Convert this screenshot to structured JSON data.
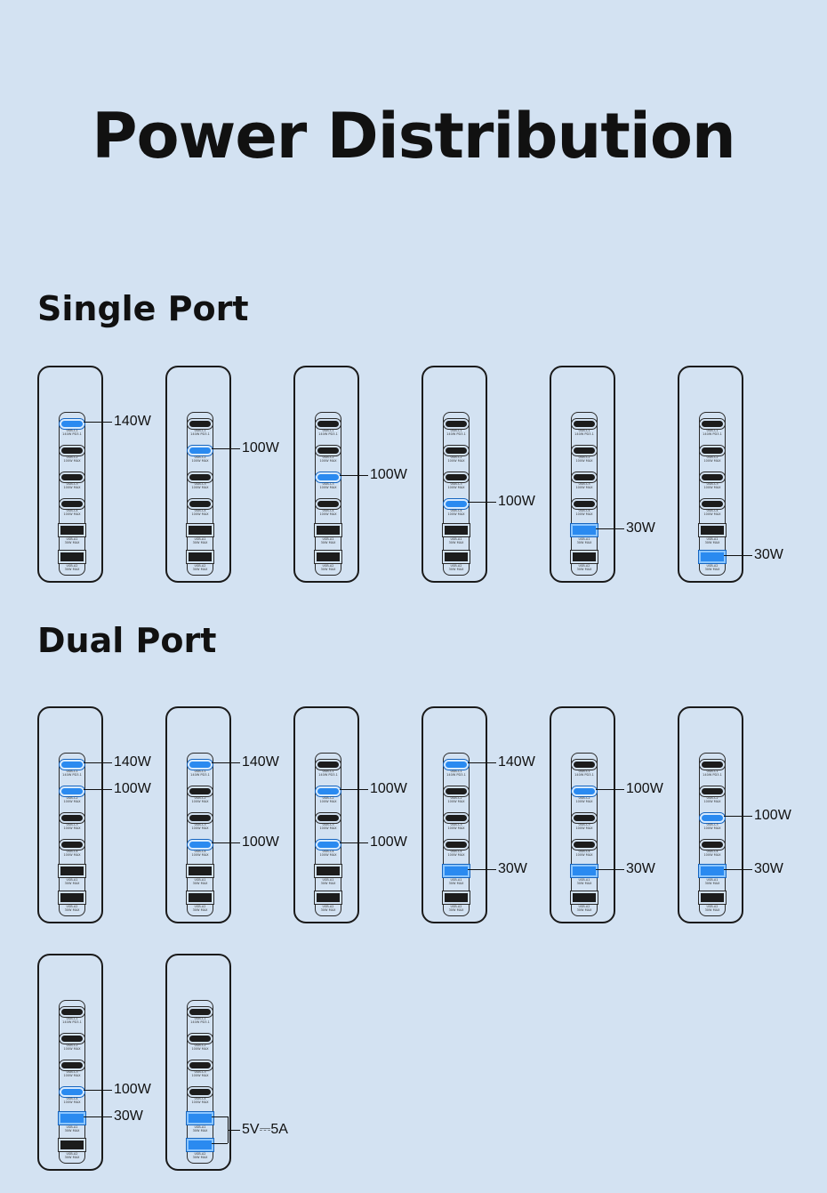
{
  "title": "Power Distribution",
  "sections": {
    "single": "Single Port",
    "dual": "Dual Port"
  },
  "port_labels": {
    "C1": [
      "USB-C1",
      "140W PD3.1"
    ],
    "C2": [
      "USB-C2",
      "100W MAX"
    ],
    "C3": [
      "USB-C3",
      "100W MAX"
    ],
    "C4": [
      "USB-C4",
      "100W MAX"
    ],
    "A1": [
      "USB-A1",
      "30W MAX"
    ],
    "A2": [
      "USB-A2",
      "30W MAX"
    ]
  },
  "colors": {
    "active_port": "#2a8af0",
    "background": "#d3e2f2"
  },
  "configs": [
    {
      "active": [
        "C1"
      ],
      "labels": [
        "140W"
      ]
    },
    {
      "active": [
        "C2"
      ],
      "labels": [
        "100W"
      ]
    },
    {
      "active": [
        "C3"
      ],
      "labels": [
        "100W"
      ]
    },
    {
      "active": [
        "C4"
      ],
      "labels": [
        "100W"
      ]
    },
    {
      "active": [
        "A1"
      ],
      "labels": [
        "30W"
      ]
    },
    {
      "active": [
        "A2"
      ],
      "labels": [
        "30W"
      ]
    },
    {
      "active": [
        "C1",
        "C2"
      ],
      "labels": [
        "140W",
        "100W"
      ]
    },
    {
      "active": [
        "C1",
        "C4"
      ],
      "labels": [
        "140W",
        "100W"
      ]
    },
    {
      "active": [
        "C2",
        "C4"
      ],
      "labels": [
        "100W",
        "100W"
      ]
    },
    {
      "active": [
        "C1",
        "A1"
      ],
      "labels": [
        "140W",
        "30W"
      ]
    },
    {
      "active": [
        "C2",
        "A1"
      ],
      "labels": [
        "100W",
        "30W"
      ]
    },
    {
      "active": [
        "C3",
        "A1"
      ],
      "labels": [
        "100W",
        "30W"
      ]
    },
    {
      "active": [
        "C4",
        "A1"
      ],
      "labels": [
        "100W",
        "30W"
      ]
    },
    {
      "active": [
        "A1",
        "A2"
      ],
      "labels": [
        "5V⎓5A"
      ]
    }
  ]
}
